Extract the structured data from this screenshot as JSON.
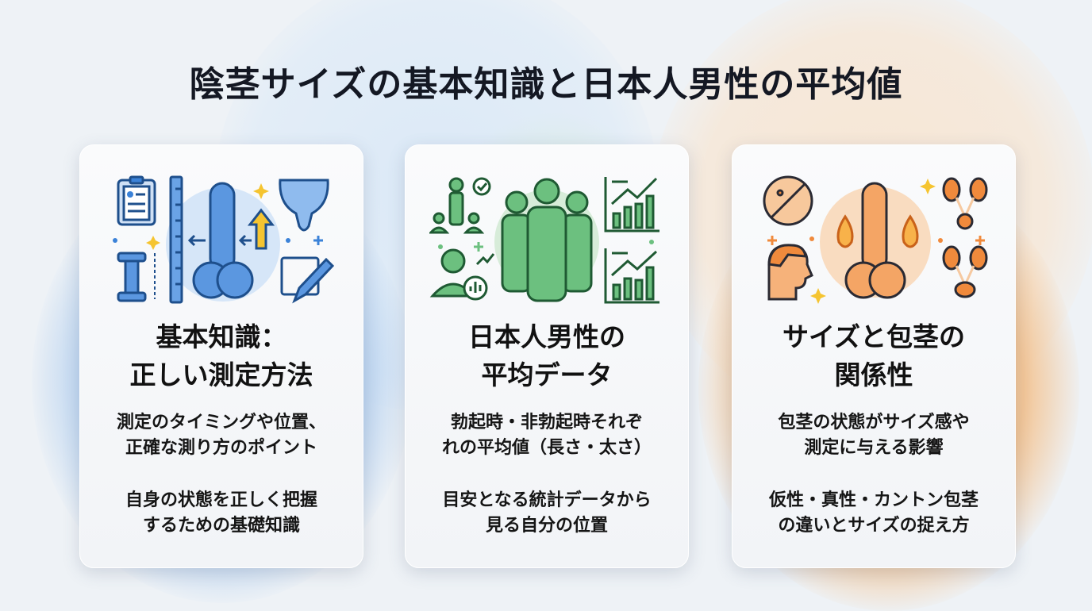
{
  "title": "陰茎サイズの基本知識と日本人男性の平均値",
  "colors": {
    "blue": "#3b82d8",
    "green": "#4caf6a",
    "orange": "#f08a3c",
    "dark": "#141823"
  },
  "cards": [
    {
      "theme": "blue",
      "icons": [
        "clipboard-icon",
        "ruler-icon",
        "anatomy-icon",
        "up-arrow-icon",
        "pelvis-icon",
        "measure-bar-icon",
        "pencil-icon",
        "sparkle-icon"
      ],
      "title_line1": "基本知識：",
      "title_line2": "正しい測定方法",
      "desc1_line1": "測定のタイミングや位置、",
      "desc1_line2": "正確な測り方のポイント",
      "desc2_line1": "自身の状態を正しく把握",
      "desc2_line2": "するための基礎知識"
    },
    {
      "theme": "green",
      "icons": [
        "people-group-icon",
        "person-check-icon",
        "user-stats-icon",
        "bar-chart-icon",
        "bar-chart-icon"
      ],
      "title_line1": "日本人男性の",
      "title_line2": "平均データ",
      "desc1_line1": "勃起時・非勃起時それぞ",
      "desc1_line2": "れの平均値（長さ・太さ）",
      "desc2_line1": "目安となる統計データから",
      "desc2_line2": "見る自分の位置"
    },
    {
      "theme": "orange",
      "icons": [
        "no-bacteria-icon",
        "male-head-icon",
        "anatomy-icon",
        "droplet-icon",
        "kidney-icon",
        "sparkle-icon"
      ],
      "title_line1": "サイズと包茎の",
      "title_line2": "関係性",
      "desc1_line1": "包茎の状態がサイズ感や",
      "desc1_line2": "測定に与える影響",
      "desc2_line1": "仮性・真性・カントン包茎",
      "desc2_line2": "の違いとサイズの捉え方"
    }
  ]
}
